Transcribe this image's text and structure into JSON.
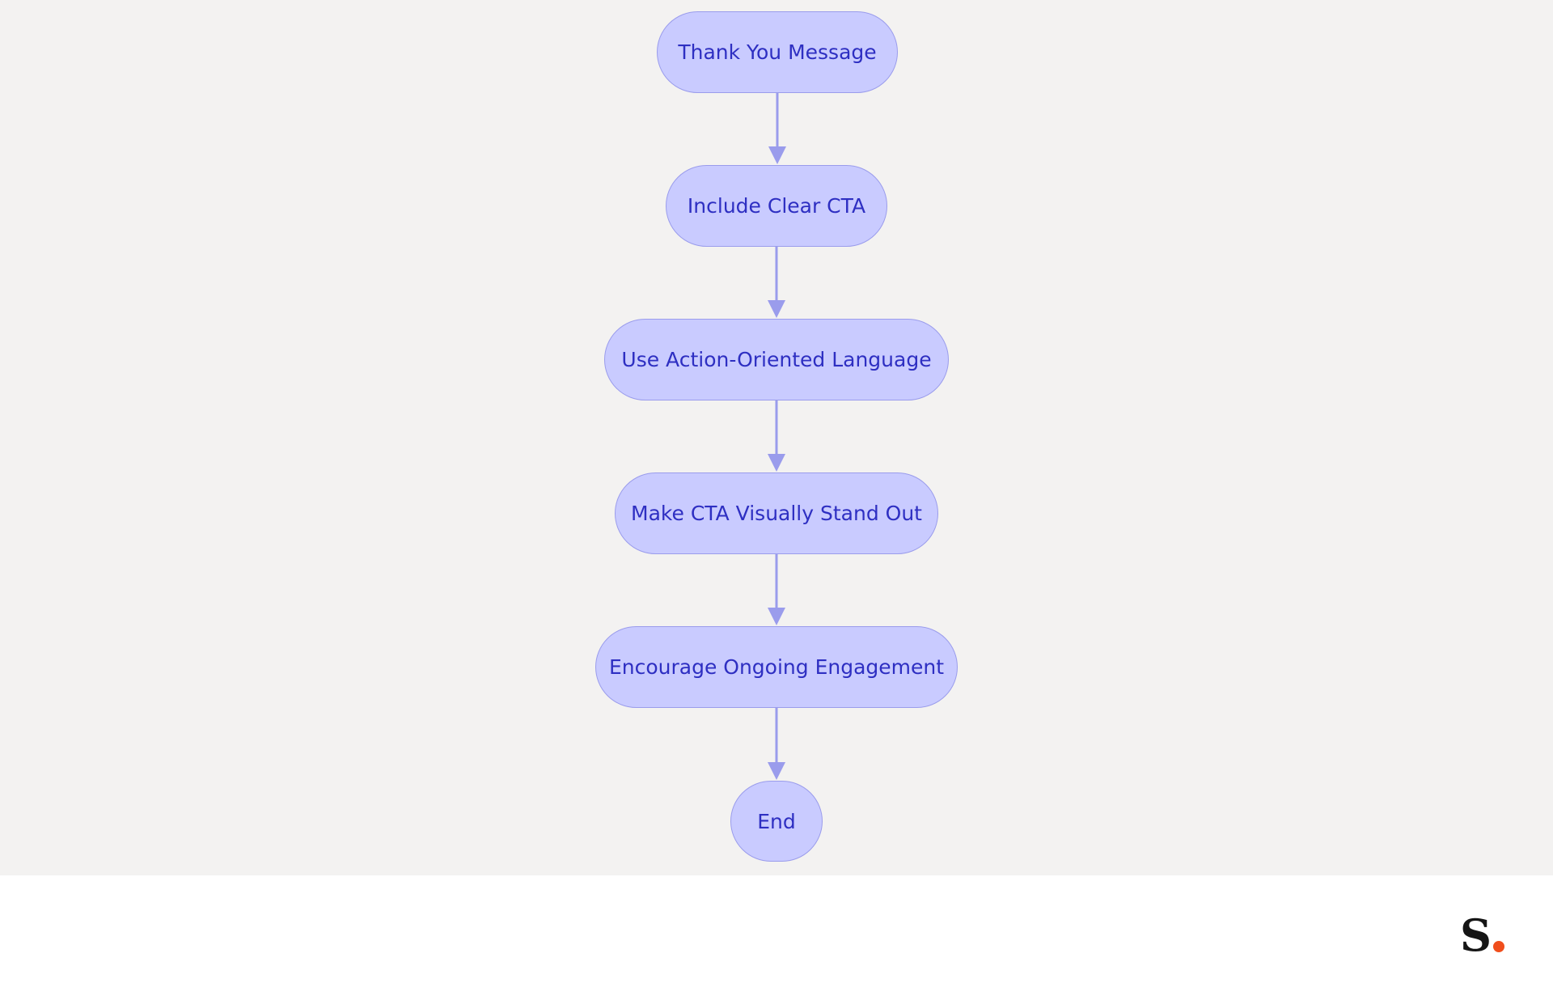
{
  "diagram": {
    "nodes": [
      {
        "id": "thank-you-message",
        "label": "Thank You Message"
      },
      {
        "id": "include-clear-cta",
        "label": "Include Clear CTA"
      },
      {
        "id": "use-action-oriented-language",
        "label": "Use Action-Oriented Language"
      },
      {
        "id": "make-cta-visually-stand-out",
        "label": "Make CTA Visually Stand Out"
      },
      {
        "id": "encourage-ongoing-engagement",
        "label": "Encourage Ongoing Engagement"
      },
      {
        "id": "end",
        "label": "End"
      }
    ],
    "edges": [
      {
        "from": "thank-you-message",
        "to": "include-clear-cta"
      },
      {
        "from": "include-clear-cta",
        "to": "use-action-oriented-language"
      },
      {
        "from": "use-action-oriented-language",
        "to": "make-cta-visually-stand-out"
      },
      {
        "from": "make-cta-visually-stand-out",
        "to": "encourage-ongoing-engagement"
      },
      {
        "from": "encourage-ongoing-engagement",
        "to": "end"
      }
    ]
  },
  "colors": {
    "canvas_background": "#f3f2f1",
    "node_fill": "#c9cbff",
    "node_border": "#9a9cec",
    "node_text": "#2e2fc2",
    "edge": "#9a9cec",
    "logo_letter": "#151515",
    "logo_dot": "#f04e1c"
  },
  "logo": {
    "letter": "S",
    "icon": "brand-logo-icon"
  }
}
